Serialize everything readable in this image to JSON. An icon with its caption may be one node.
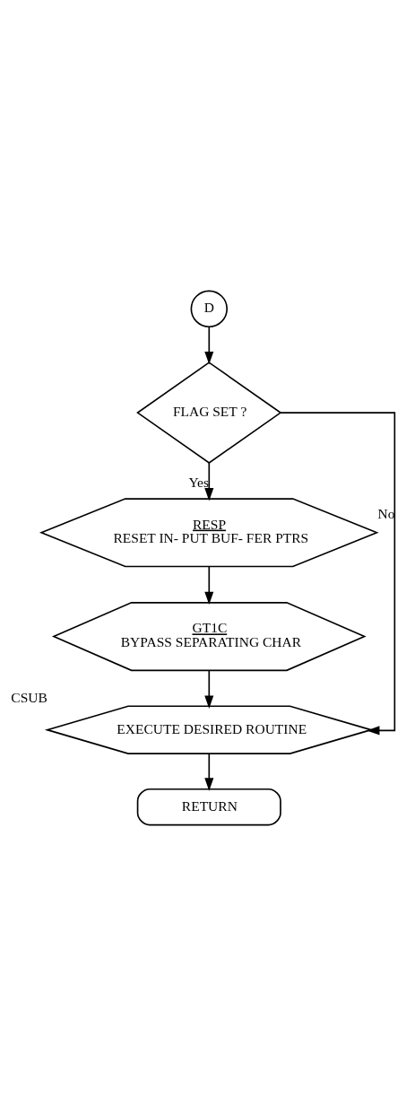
{
  "diagram": {
    "nodes": [
      {
        "text": [
          "D"
        ]
      },
      {
        "text": [
          "FLAG SET ?"
        ]
      },
      {
        "text": [
          "RESP",
          "RESET IN- PUT BUF- FER PTRS"
        ]
      },
      {
        "text": [
          "GT1C",
          "BYPASS SEPARATING CHAR"
        ]
      },
      {
        "text": [
          "EXECUTE DESIRED ROUTINE"
        ],
        "beside": [
          "CSUB"
        ]
      },
      {
        "text": [
          "RETURN"
        ]
      }
    ],
    "edges": [
      {
        "from": 0,
        "to": 1,
        "arrow": "to"
      },
      {
        "from": 1,
        "to": 2,
        "arrow": "to",
        "label": "Yes"
      },
      {
        "from": 1,
        "to": 4,
        "arrow": "to",
        "label": "No"
      },
      {
        "from": 2,
        "to": 3,
        "arrow": "to"
      },
      {
        "from": 3,
        "to": 4,
        "arrow": "to"
      },
      {
        "from": 4,
        "to": 5,
        "arrow": "to"
      }
    ]
  }
}
